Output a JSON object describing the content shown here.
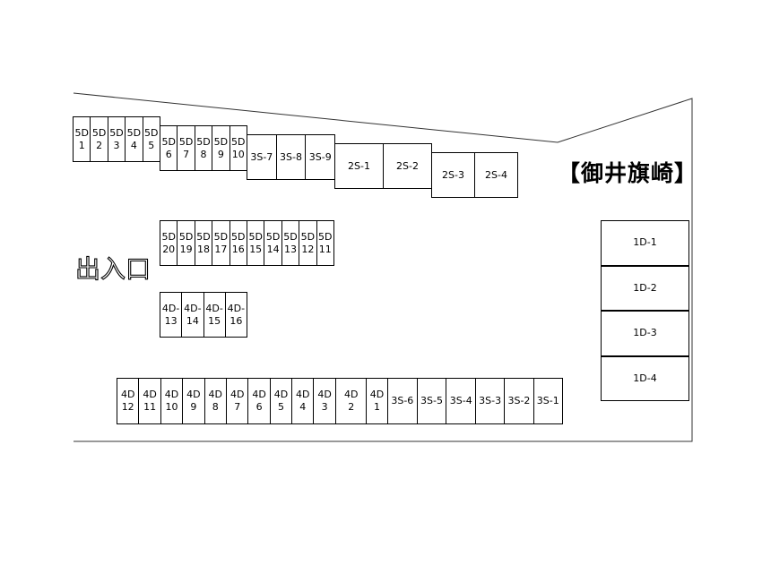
{
  "title": "【御井旗崎】",
  "entrance_label": "出入口",
  "spots": [
    {
      "id": "5D\n1"
    },
    {
      "id": "5D\n2"
    },
    {
      "id": "5D\n3"
    },
    {
      "id": "5D\n4"
    },
    {
      "id": "5D\n5"
    },
    {
      "id": "5D\n6"
    },
    {
      "id": "5D\n7"
    },
    {
      "id": "5D\n8"
    },
    {
      "id": "5D\n9"
    },
    {
      "id": "5D\n10"
    },
    {
      "id": "3S-7"
    },
    {
      "id": "3S-8"
    },
    {
      "id": "3S-9"
    },
    {
      "id": "2S-1"
    },
    {
      "id": "2S-2"
    },
    {
      "id": "2S-3"
    },
    {
      "id": "2S-4"
    },
    {
      "id": "5D\n20"
    },
    {
      "id": "5D\n19"
    },
    {
      "id": "5D\n18"
    },
    {
      "id": "5D\n17"
    },
    {
      "id": "5D\n16"
    },
    {
      "id": "5D\n15"
    },
    {
      "id": "5D\n14"
    },
    {
      "id": "5D\n13"
    },
    {
      "id": "5D\n12"
    },
    {
      "id": "5D\n11"
    },
    {
      "id": "4D-\n13"
    },
    {
      "id": "4D-\n14"
    },
    {
      "id": "4D-\n15"
    },
    {
      "id": "4D-\n16"
    },
    {
      "id": "4D\n12"
    },
    {
      "id": "4D\n11"
    },
    {
      "id": "4D\n10"
    },
    {
      "id": "4D\n9"
    },
    {
      "id": "4D\n8"
    },
    {
      "id": "4D\n7"
    },
    {
      "id": "4D\n6"
    },
    {
      "id": "4D\n5"
    },
    {
      "id": "4D\n4"
    },
    {
      "id": "4D\n3"
    },
    {
      "id": "4D\n2"
    },
    {
      "id": "4D\n1"
    },
    {
      "id": "3S-6"
    },
    {
      "id": "3S-5"
    },
    {
      "id": "3S-4"
    },
    {
      "id": "3S-3"
    },
    {
      "id": "3S-2"
    },
    {
      "id": "3S-1"
    },
    {
      "id": "1D-1"
    },
    {
      "id": "1D-2"
    },
    {
      "id": "1D-3"
    },
    {
      "id": "1D-4"
    }
  ]
}
